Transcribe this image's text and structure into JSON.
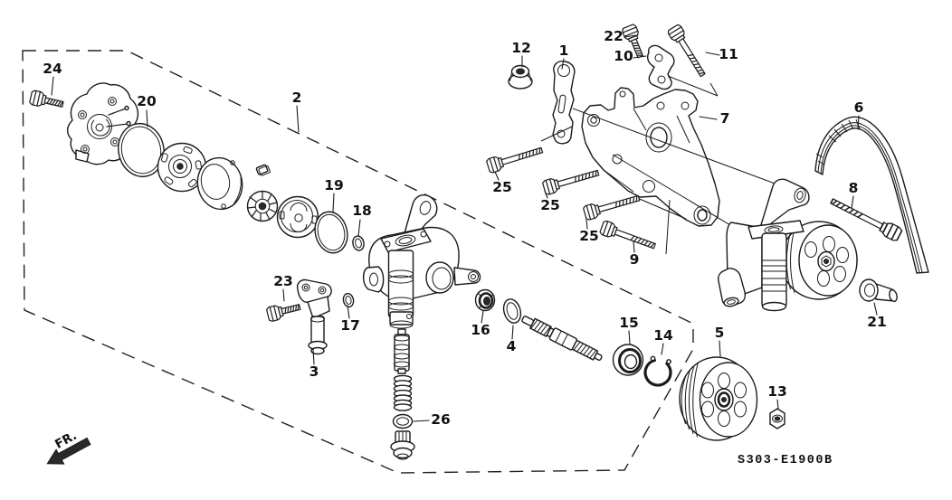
{
  "diagram": {
    "code": "S303-E1900B",
    "direction": "FR.",
    "colors": {
      "line": "#1a1a1a",
      "background": "#ffffff"
    },
    "labels": {
      "n1": "1",
      "n2": "2",
      "n3": "3",
      "n4": "4",
      "n5": "5",
      "n6": "6",
      "n7": "7",
      "n8": "8",
      "n9": "9",
      "n10": "10",
      "n11": "11",
      "n12": "12",
      "n13": "13",
      "n14": "14",
      "n15": "15",
      "n16": "16",
      "n17": "17",
      "n18": "18",
      "n19": "19",
      "n20": "20",
      "n21": "21",
      "n22": "22",
      "n23": "23",
      "n24": "24",
      "n25": "25",
      "n26": "26"
    }
  }
}
